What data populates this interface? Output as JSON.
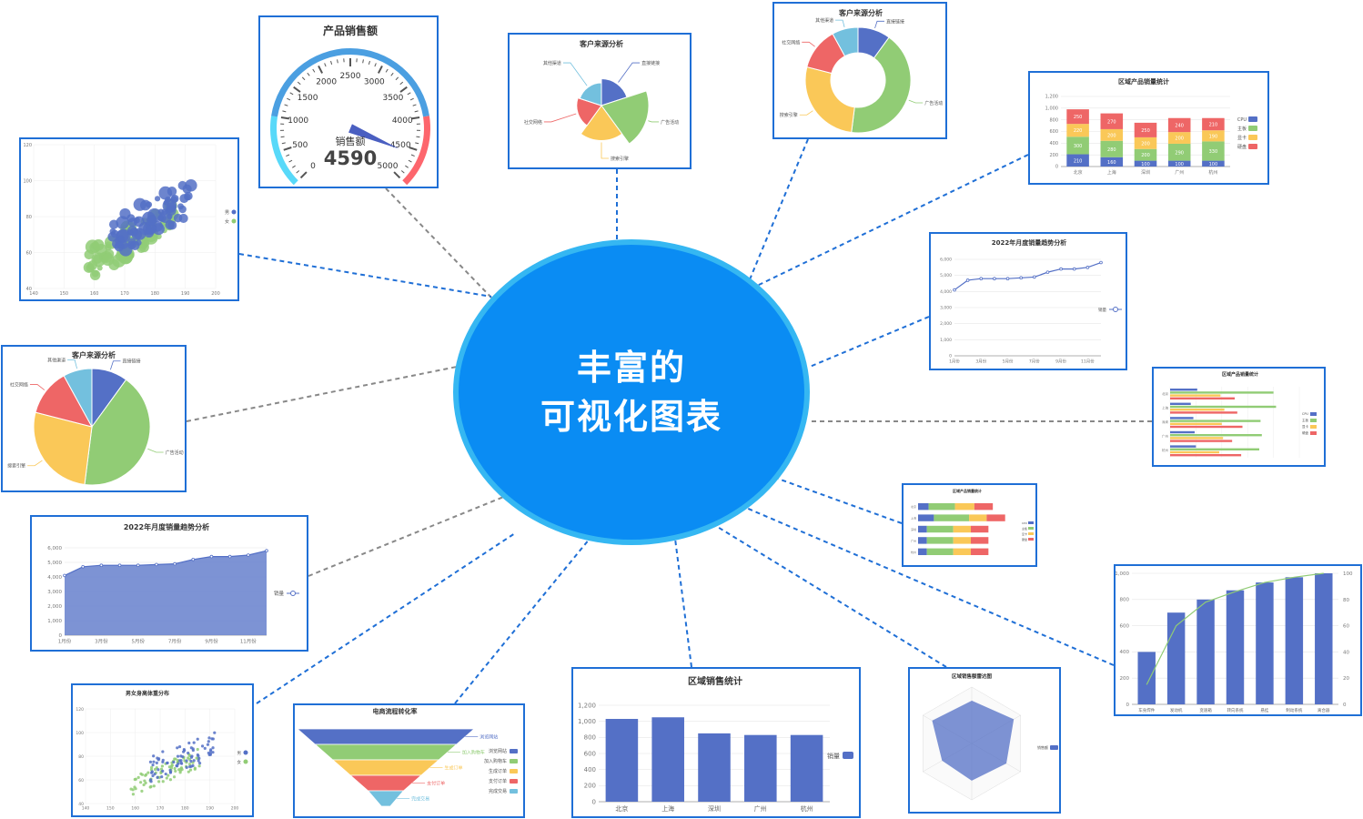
{
  "center": {
    "line1": "丰富的",
    "line2": "可视化图表"
  },
  "colors": {
    "blue": "#5470c6",
    "green": "#91cc75",
    "yellow": "#fac858",
    "red": "#ee6666",
    "cyan": "#73c0de",
    "border": "#1f6fd6"
  },
  "gauge": {
    "title": "产品销售额",
    "label": "销售额",
    "value": 4590,
    "min": 0,
    "max": 5000,
    "ticks": [
      "0",
      "500",
      "1000",
      "1500",
      "2000",
      "2500",
      "3000",
      "3500",
      "4000",
      "4500",
      "5000"
    ]
  },
  "pie_small": {
    "title": "客户来源分析",
    "type": "rose",
    "slices": [
      {
        "name": "直接链接",
        "value": 10
      },
      {
        "name": "广告活动",
        "value": 30
      },
      {
        "name": "搜索引擎",
        "value": 18
      },
      {
        "name": "社交网络",
        "value": 8
      },
      {
        "name": "其他渠道",
        "value": 6
      }
    ]
  },
  "donut": {
    "title": "客户来源分析",
    "type": "donut",
    "slices": [
      {
        "name": "直接链接",
        "value": 10
      },
      {
        "name": "广告活动",
        "value": 42
      },
      {
        "name": "搜索引擎",
        "value": 27
      },
      {
        "name": "社交网络",
        "value": 13
      },
      {
        "name": "其他渠道",
        "value": 8
      }
    ]
  },
  "pie_left": {
    "title": "客户来源分析",
    "type": "pie",
    "slices": [
      {
        "name": "直接链接",
        "value": 10
      },
      {
        "name": "广告活动",
        "value": 42
      },
      {
        "name": "搜索引擎",
        "value": 27
      },
      {
        "name": "社交网络",
        "value": 13
      },
      {
        "name": "其他渠道",
        "value": 8
      }
    ]
  },
  "stacked_bar": {
    "title": "区域产品销量统计",
    "type": "bar",
    "stacked": true,
    "categories": [
      "北京",
      "上海",
      "深圳",
      "广州",
      "杭州"
    ],
    "series": [
      {
        "name": "CPU",
        "values": [
          210,
          160,
          100,
          100,
          100
        ]
      },
      {
        "name": "主板",
        "values": [
          300,
          280,
          200,
          290,
          330
        ]
      },
      {
        "name": "显卡",
        "values": [
          220,
          200,
          200,
          200,
          190
        ]
      },
      {
        "name": "硬盘",
        "values": [
          250,
          270,
          250,
          240,
          210
        ]
      }
    ],
    "yticks": [
      "0",
      "200",
      "400",
      "600",
      "800",
      "1,000",
      "1,200"
    ]
  },
  "line_right": {
    "title": "2022年月度销量趋势分析",
    "type": "line",
    "legend": "销量",
    "categories": [
      "1月份",
      "2月份",
      "3月份",
      "4月份",
      "5月份",
      "6月份",
      "7月份",
      "8月份",
      "9月份",
      "10月份",
      "11月份",
      "12月份"
    ],
    "xlabels": [
      "1月份",
      "3月份",
      "5月份",
      "7月份",
      "9月份",
      "11月份"
    ],
    "values": [
      4100,
      4700,
      4800,
      4800,
      4800,
      4850,
      4900,
      5200,
      5400,
      5400,
      5500,
      5800
    ],
    "yticks": [
      "0",
      "1,000",
      "2,000",
      "3,000",
      "4,000",
      "5,000",
      "6,000"
    ]
  },
  "area_left": {
    "title": "2022年月度销量趋势分析",
    "type": "area",
    "legend": "销量",
    "categories": [
      "1月份",
      "2月份",
      "3月份",
      "4月份",
      "5月份",
      "6月份",
      "7月份",
      "8月份",
      "9月份",
      "10月份",
      "11月份",
      "12月份"
    ],
    "xlabels": [
      "1月份",
      "3月份",
      "5月份",
      "7月份",
      "9月份",
      "11月份"
    ],
    "values": [
      4100,
      4700,
      4800,
      4800,
      4800,
      4850,
      4900,
      5200,
      5400,
      5400,
      5500,
      5800
    ],
    "yticks": [
      "0",
      "1,000",
      "2,000",
      "3,000",
      "4,000",
      "5,000",
      "6,000"
    ]
  },
  "hbar": {
    "title": "区域产品销量统计",
    "type": "bar",
    "orientation": "horizontal",
    "categories": [
      "北京",
      "上海",
      "深圳",
      "广州",
      "杭州"
    ],
    "series": [
      {
        "name": "CPU",
        "values": [
          210,
          160,
          180,
          190,
          200
        ]
      },
      {
        "name": "主板",
        "values": [
          800,
          820,
          700,
          710,
          690
        ]
      },
      {
        "name": "显卡",
        "values": [
          390,
          420,
          400,
          410,
          380
        ]
      },
      {
        "name": "硬盘",
        "values": [
          500,
          520,
          560,
          480,
          550
        ]
      }
    ]
  },
  "hstack": {
    "title": "区域产品销量统计",
    "type": "bar",
    "orientation": "horizontal",
    "stacked": true,
    "categories": [
      "北京",
      "上海",
      "深圳",
      "广州",
      "杭州"
    ],
    "series": [
      {
        "name": "CPU",
        "values": [
          120,
          180,
          100,
          100,
          100
        ]
      },
      {
        "name": "主板",
        "values": [
          300,
          400,
          300,
          300,
          300
        ]
      },
      {
        "name": "显卡",
        "values": [
          220,
          200,
          200,
          200,
          200
        ]
      },
      {
        "name": "硬盘",
        "values": [
          210,
          210,
          200,
          200,
          200
        ]
      }
    ]
  },
  "pareto": {
    "type": "bar-line",
    "categories": [
      "车身焊件",
      "发动机",
      "变速箱",
      "转向系统",
      "悬挂",
      "制动系统",
      "离合器"
    ],
    "values": [
      400,
      700,
      800,
      870,
      930,
      970,
      1000
    ],
    "line": [
      15,
      60,
      78,
      86,
      93,
      97,
      100
    ],
    "yticks": [
      "0",
      "200",
      "400",
      "600",
      "800",
      "1,000"
    ],
    "y2ticks": [
      "0",
      "20",
      "40",
      "60",
      "80",
      "100"
    ]
  },
  "region_bar": {
    "title": "区域销售统计",
    "type": "bar",
    "legend": "销量",
    "categories": [
      "北京",
      "上海",
      "深圳",
      "广州",
      "杭州"
    ],
    "values": [
      1030,
      1050,
      850,
      830,
      830
    ],
    "yticks": [
      "0",
      "200",
      "400",
      "600",
      "800",
      "1,000",
      "1,200"
    ]
  },
  "radar": {
    "title": "区域销售额雷达图",
    "type": "radar",
    "legend": "销售额",
    "values": [
      0.75,
      0.85,
      0.7,
      0.65,
      0.6,
      0.8
    ]
  },
  "funnel": {
    "title": "电商流程转化率",
    "type": "funnel",
    "stages": [
      {
        "name": "浏览网站",
        "value": 100
      },
      {
        "name": "加入购物车",
        "value": 80
      },
      {
        "name": "生成订单",
        "value": 60
      },
      {
        "name": "支付订单",
        "value": 40
      },
      {
        "name": "完成交易",
        "value": 20
      }
    ]
  },
  "scatter_big": {
    "type": "scatter",
    "legend": [
      "男",
      "女"
    ],
    "xticks": [
      "140",
      "150",
      "160",
      "170",
      "180",
      "190",
      "200"
    ],
    "yticks": [
      "40",
      "60",
      "80",
      "100",
      "120"
    ]
  },
  "scatter_small": {
    "title": "男女身高体重分布",
    "type": "scatter",
    "legend": [
      "男",
      "女"
    ],
    "xticks": [
      "140",
      "150",
      "160",
      "170",
      "180",
      "190",
      "200"
    ],
    "yticks": [
      "40",
      "60",
      "80",
      "100",
      "120"
    ]
  }
}
